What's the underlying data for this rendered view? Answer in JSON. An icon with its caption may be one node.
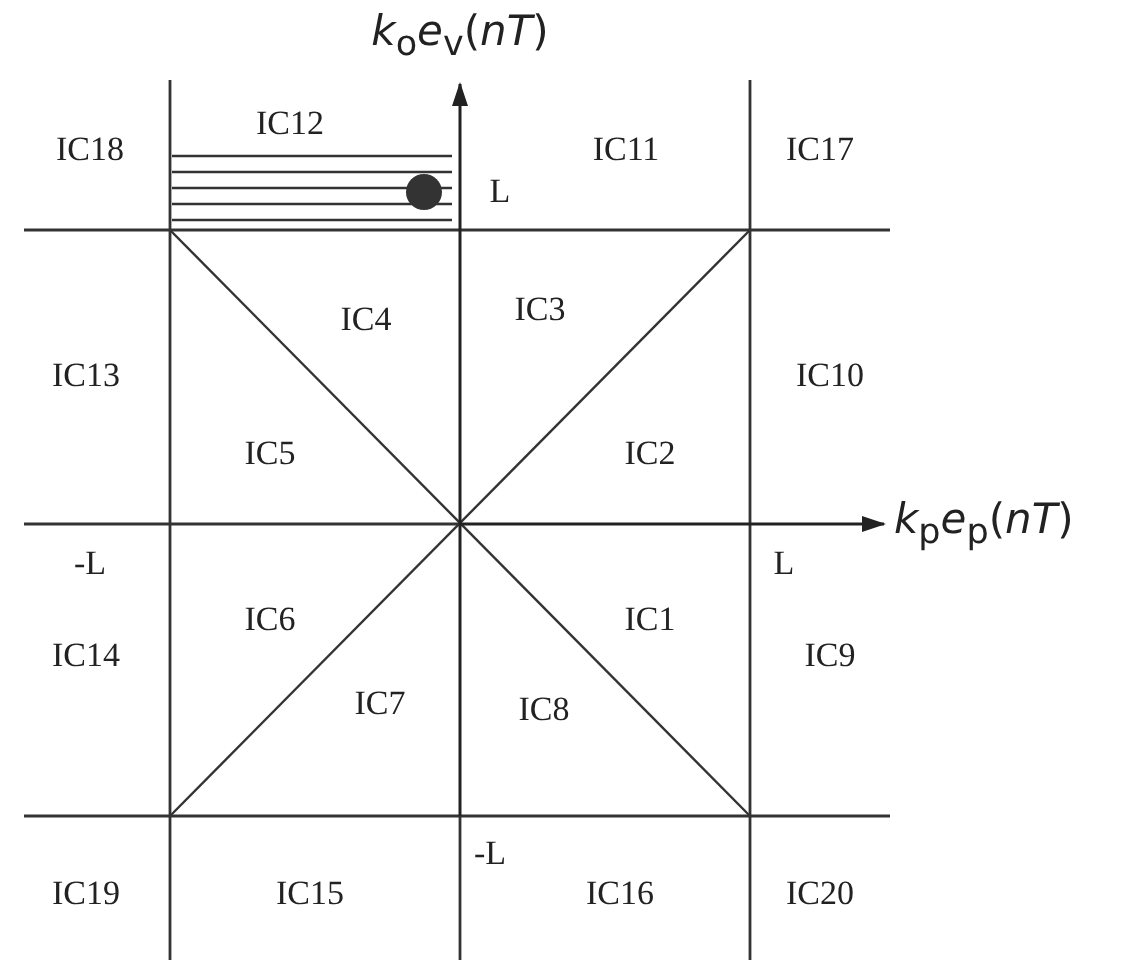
{
  "diagram": {
    "labels": [
      "*k*$_{o}$*e*$_{v}$(*nT*)",
      "IC18",
      "IC12",
      "IC11",
      "IC17",
      "L",
      "IC4",
      "IC3",
      "IC13",
      "IC10",
      "IC5",
      "IC2",
      "*k*$_{p}$*e*$_{p}$(*nT*)",
      "-L",
      "L",
      "IC6",
      "IC1",
      "IC14",
      "IC9",
      "IC7",
      "IC8",
      "-L",
      "IC19",
      "IC15",
      "IC16",
      "IC20"
    ]
  }
}
